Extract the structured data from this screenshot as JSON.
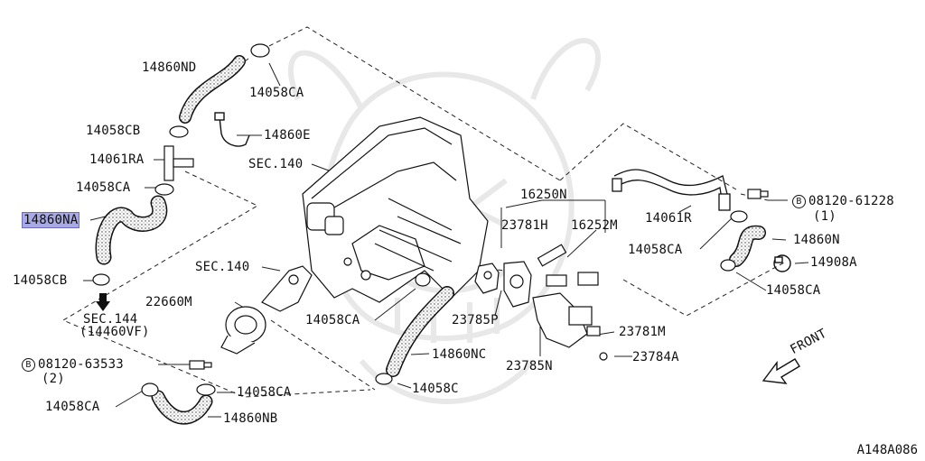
{
  "labels": {
    "p14860nd": "14860ND",
    "p14058ca_top": "14058CA",
    "p14058cb_top": "14058CB",
    "p14860e": "14860E",
    "p14061ra": "14061RA",
    "sec140_top": "SEC.140",
    "p14058ca_left": "14058CA",
    "p14860na": "14860NA",
    "p14058cb_low": "14058CB",
    "sec144": "SEC.144",
    "sec144_sub": "(14460VF)",
    "sec140_mid": "SEC.140",
    "p22660m": "22660M",
    "p14058ca_mid": "14058CA",
    "bolt_b_low_marker": "B",
    "bolt_low": "08120-63533",
    "bolt_low_qty": "(2)",
    "p14058ca_bl": "14058CA",
    "p14058ca_blr": "14058CA",
    "p14860nb": "14860NB",
    "p14860nc": "14860NC",
    "p14058c": "14058C",
    "p16250n": "16250N",
    "p23781h": "23781H",
    "p16252m": "16252M",
    "p23785p": "23785P",
    "p23785n": "23785N",
    "p23781m": "23781M",
    "p23784a": "23784A",
    "p14061r": "14061R",
    "bolt_b_right_marker": "B",
    "bolt_right": "08120-61228",
    "bolt_right_qty": "(1)",
    "p14058ca_r": "14058CA",
    "p14860n": "14860N",
    "p14908a": "14908A",
    "p14058ca_r2": "14058CA",
    "front": "FRONT",
    "figure_code": "A148A086"
  },
  "selected_part": "14860NA",
  "highlight_color": "#a9a9e3"
}
